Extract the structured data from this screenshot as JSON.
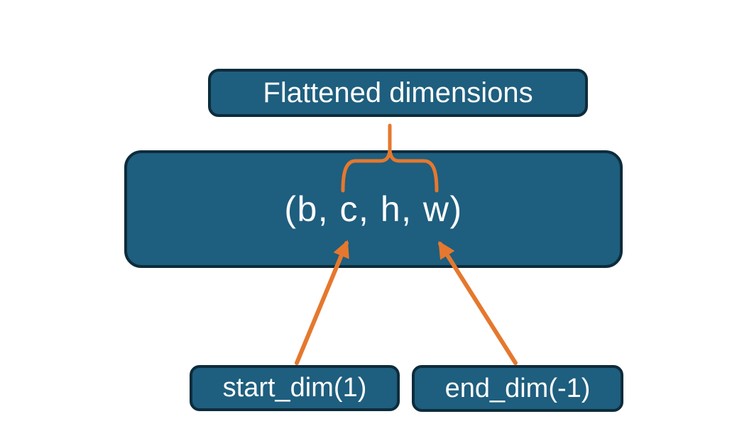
{
  "title": "Tensor flatten dimensions diagram",
  "colors": {
    "background": "#ffffff",
    "box-fill": "#1E5E7E",
    "box-border": "#0D2C3C",
    "accent": "#E5782E",
    "text": "#FDFDFD"
  },
  "nodes": {
    "flattened": {
      "label": "Flattened dimensions"
    },
    "tensor": {
      "label": "(b, c, h, w)"
    },
    "start_dim": {
      "label": "start_dim(1)"
    },
    "end_dim": {
      "label": "end_dim(-1)"
    }
  },
  "connectors": {
    "brace": {
      "shape": "over-brace with stem",
      "from": "Flattened dimensions",
      "spans": "c through w inside (b, c, h, w)"
    },
    "start_arrow": {
      "shape": "arrow",
      "from": "start_dim(1)",
      "to": "c in (b, c, h, w)"
    },
    "end_arrow": {
      "shape": "arrow",
      "from": "end_dim(-1)",
      "to": "w in (b, c, h, w)"
    }
  }
}
